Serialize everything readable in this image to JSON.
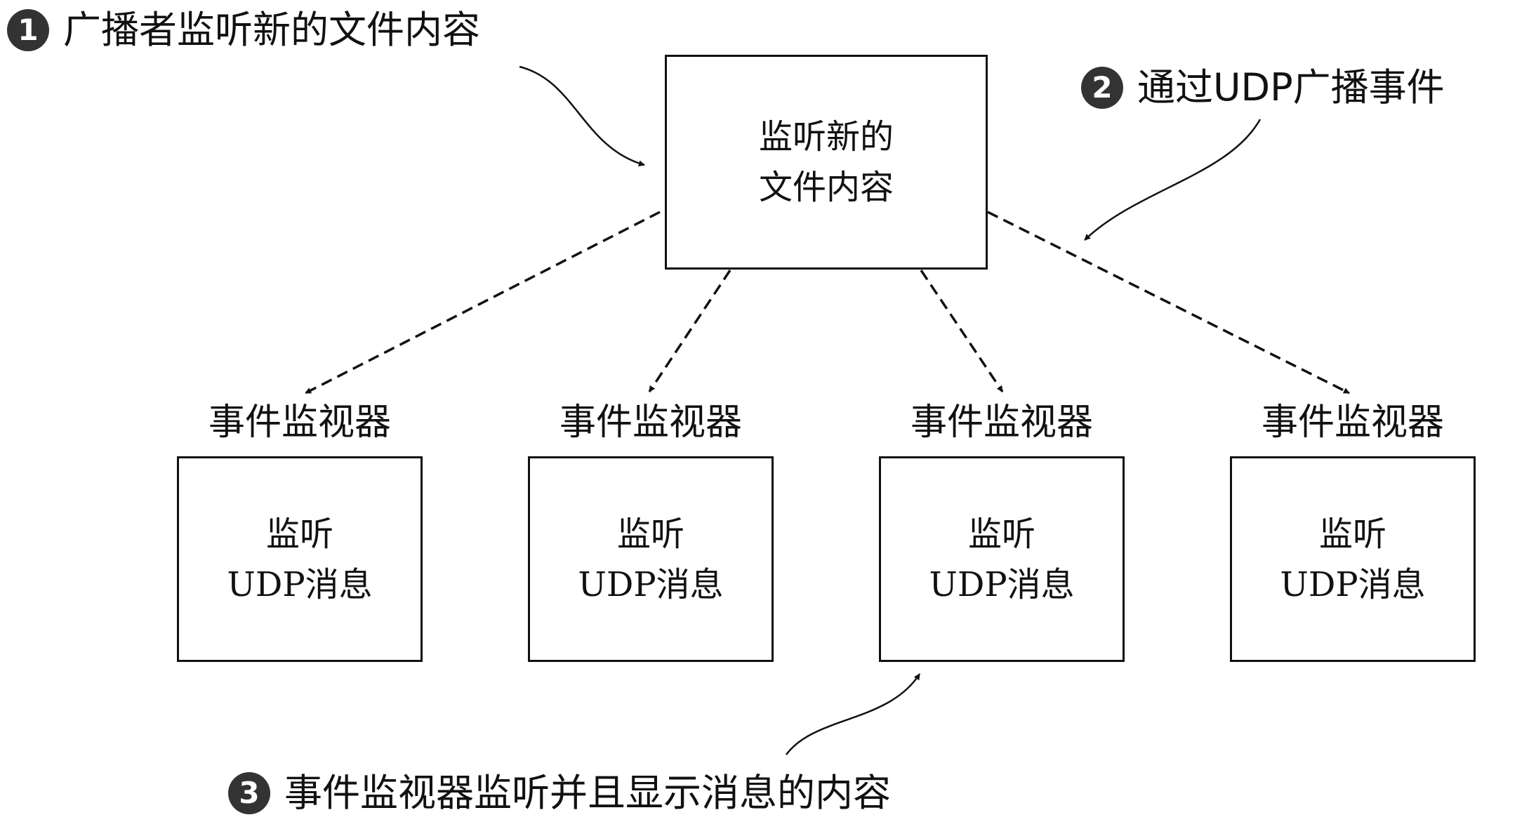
{
  "broadcaster": {
    "line1": "监听新的",
    "line2": "文件内容"
  },
  "monitors": [
    {
      "label": "事件监视器",
      "line1": "监听",
      "line2": "UDP消息"
    },
    {
      "label": "事件监视器",
      "line1": "监听",
      "line2": "UDP消息"
    },
    {
      "label": "事件监视器",
      "line1": "监听",
      "line2": "UDP消息"
    },
    {
      "label": "事件监视器",
      "line1": "监听",
      "line2": "UDP消息"
    }
  ],
  "callouts": [
    {
      "number": "1",
      "text": "广播者监听新的文件内容"
    },
    {
      "number": "2",
      "text": "通过UDP广播事件"
    },
    {
      "number": "3",
      "text": "事件监视器监听并且显示消息的内容"
    }
  ],
  "colors": {
    "line": "#111111",
    "badge": "#333333",
    "background": "#ffffff"
  }
}
